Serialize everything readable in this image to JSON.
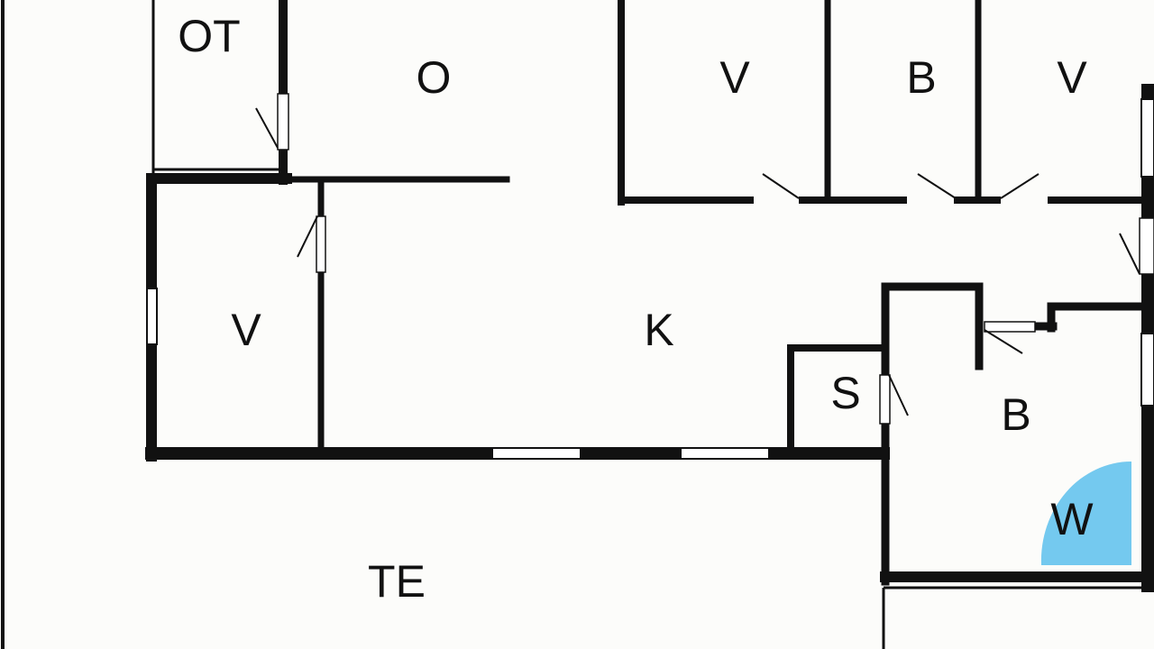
{
  "plan": {
    "colors": {
      "background": "#fcfcfa",
      "wall": "#111111",
      "window": "#ffffff",
      "wet_area": "#74c9ef"
    },
    "rooms": {
      "ot": "OT",
      "o": "O",
      "v_top_left": "V",
      "b_top": "B",
      "v_top_right": "V",
      "v_left": "V",
      "k": "K",
      "s": "S",
      "b_bottom": "B",
      "w": "W",
      "te": "TE"
    }
  }
}
